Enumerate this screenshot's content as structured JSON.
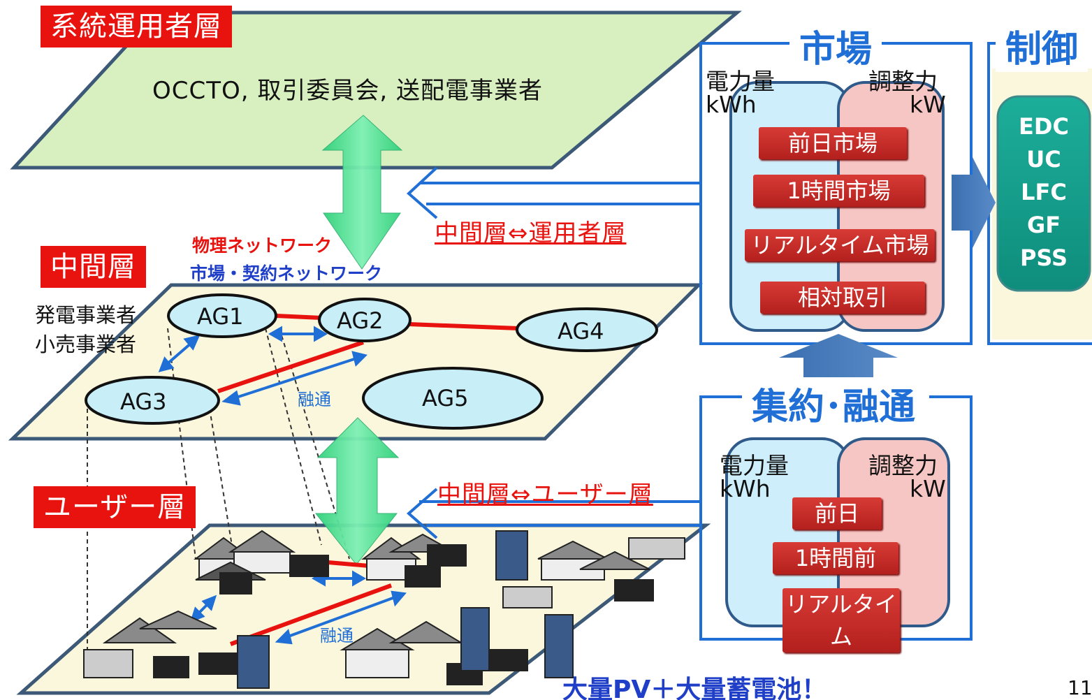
{
  "layers": {
    "operator": {
      "tag": "系統運用者層",
      "members": "OCCTO, 取引委員会, 送配電事業者"
    },
    "middle": {
      "tag": "中間層",
      "members_line1": "発電事業者",
      "members_line2": "小売事業者"
    },
    "user": {
      "tag": "ユーザー層"
    }
  },
  "networks": {
    "physical": "物理ネットワーク",
    "market_contract": "市場・契約ネットワーク"
  },
  "aggregators": [
    "AG1",
    "AG2",
    "AG4",
    "AG3",
    "AG5"
  ],
  "interchange_label": "融通",
  "interchange_label_user": "融通",
  "links": {
    "middle_operator": "中間層⇔運用者層",
    "middle_user": "中間層⇔ユーザー層"
  },
  "market": {
    "heading": "市場",
    "energy_label": "電力量",
    "energy_unit": "kWh",
    "balancing_label": "調整力",
    "balancing_unit": "kW",
    "items": [
      "前日市場",
      "1時間市場",
      "リアルタイム市場",
      "相対取引"
    ]
  },
  "control": {
    "heading": "制御",
    "items": [
      "EDC",
      "UC",
      "LFC",
      "GF",
      "PSS"
    ]
  },
  "aggregation": {
    "heading": "集約･融通",
    "energy_label": "電力量",
    "energy_unit": "kWh",
    "balancing_label": "調整力",
    "balancing_unit": "kW",
    "items": [
      "前日",
      "1時間前",
      "リアルタイム"
    ]
  },
  "footer": {
    "slogan": "大量PV＋大量蓄電池！",
    "page_number": "11"
  },
  "colors": {
    "accent_red": "#e8120e",
    "accent_blue": "#1f6fd6",
    "green_plane": "#d8f0c0",
    "cream_plane": "#fbf7dc"
  }
}
